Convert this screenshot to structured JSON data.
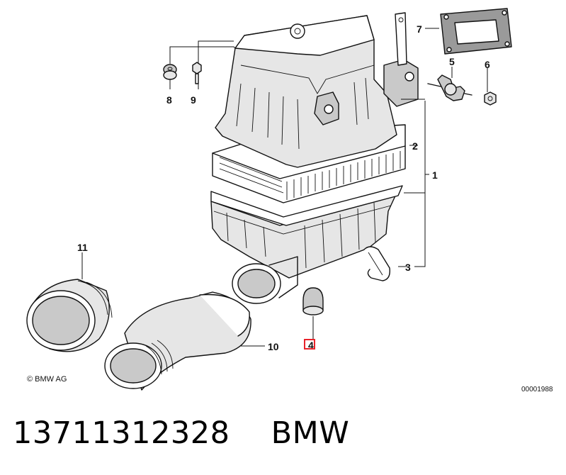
{
  "callouts": [
    "1",
    "2",
    "3",
    "4",
    "5",
    "6",
    "7",
    "8",
    "9",
    "10",
    "11"
  ],
  "copyright": "© BMW AG",
  "drawing_number": "00001988",
  "footer": {
    "part_number": "13711312328",
    "brand": "BMW"
  },
  "highlight_color": "#e8222a"
}
